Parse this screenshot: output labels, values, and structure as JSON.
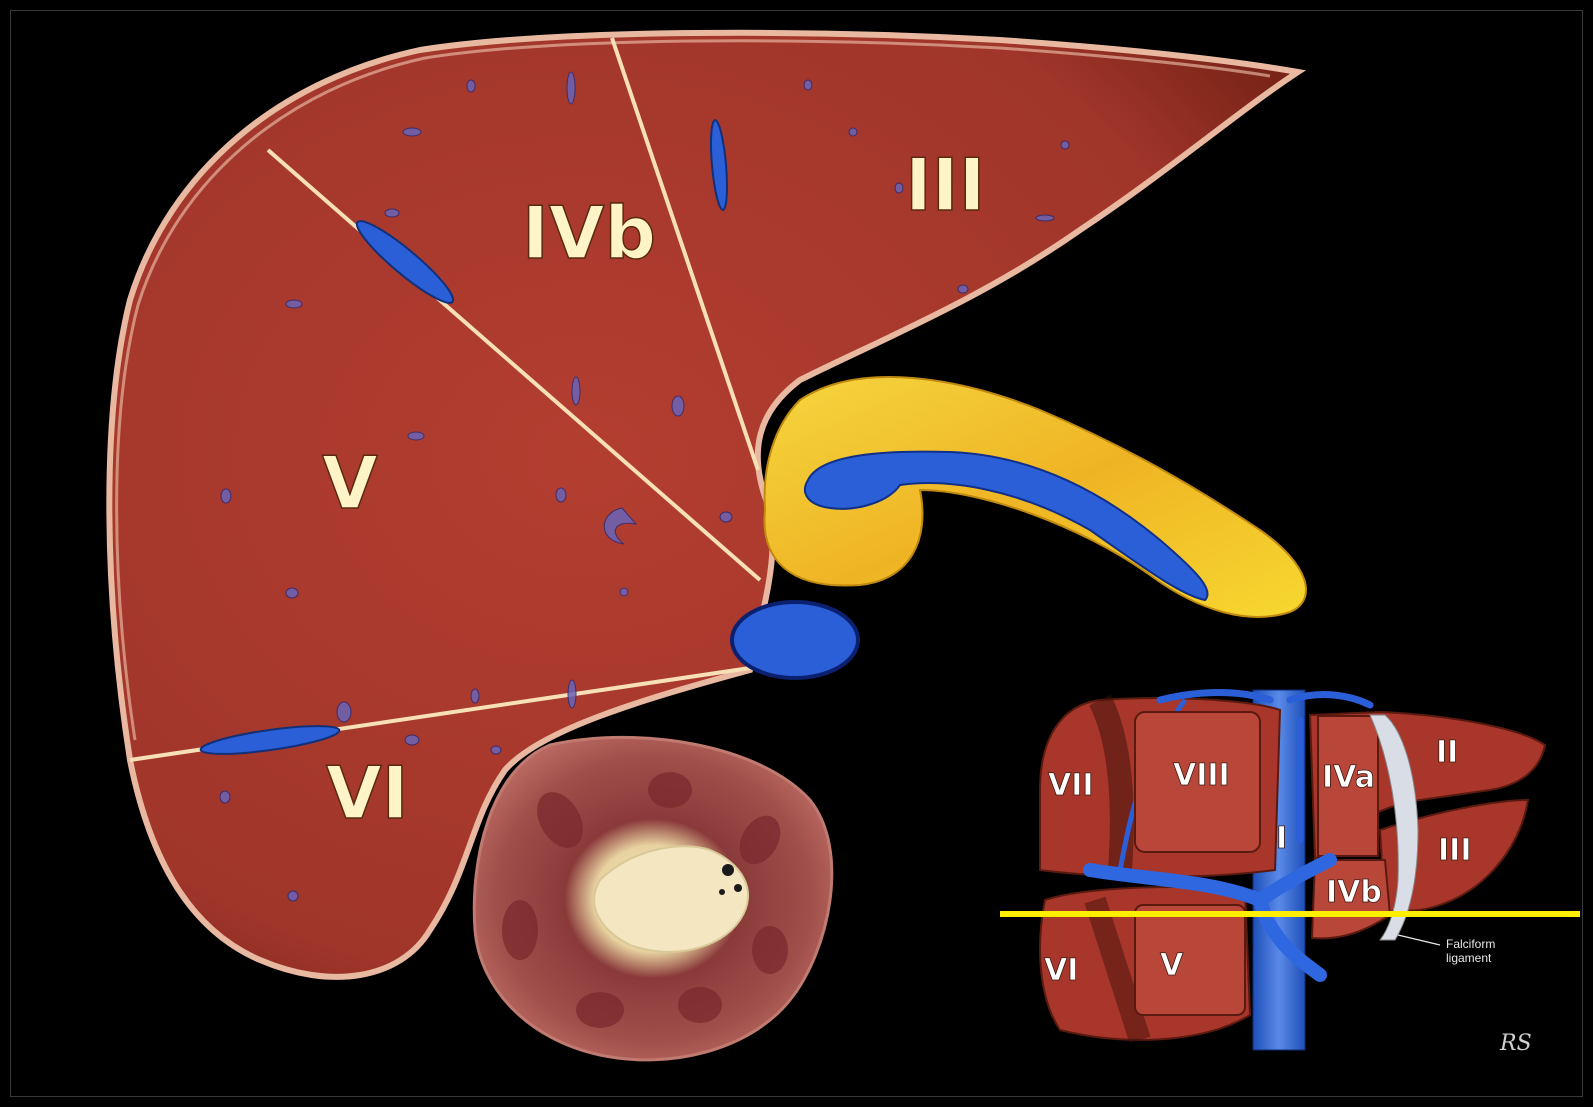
{
  "main_section": {
    "segments": [
      {
        "id": "ivb",
        "label": "IVb"
      },
      {
        "id": "iii",
        "label": "III"
      },
      {
        "id": "v",
        "label": "V"
      },
      {
        "id": "vi",
        "label": "VI"
      }
    ]
  },
  "inset": {
    "segments": [
      {
        "id": "vii",
        "label": "VII"
      },
      {
        "id": "viii",
        "label": "VIII"
      },
      {
        "id": "iva",
        "label": "IVa"
      },
      {
        "id": "ii",
        "label": "II"
      },
      {
        "id": "i",
        "label": "I"
      },
      {
        "id": "iii",
        "label": "III"
      },
      {
        "id": "ivb",
        "label": "IVb"
      },
      {
        "id": "vi",
        "label": "VI"
      },
      {
        "id": "v",
        "label": "V"
      }
    ],
    "annotation": {
      "line1": "Falciform",
      "line2": "ligament"
    },
    "signature": "RS"
  },
  "colors": {
    "liver": "#a8362a",
    "vessel": "#2a5fd8",
    "pancreas": "#f0c020",
    "cut_line": "#f7e0b8",
    "plane_line": "#ffee00"
  }
}
